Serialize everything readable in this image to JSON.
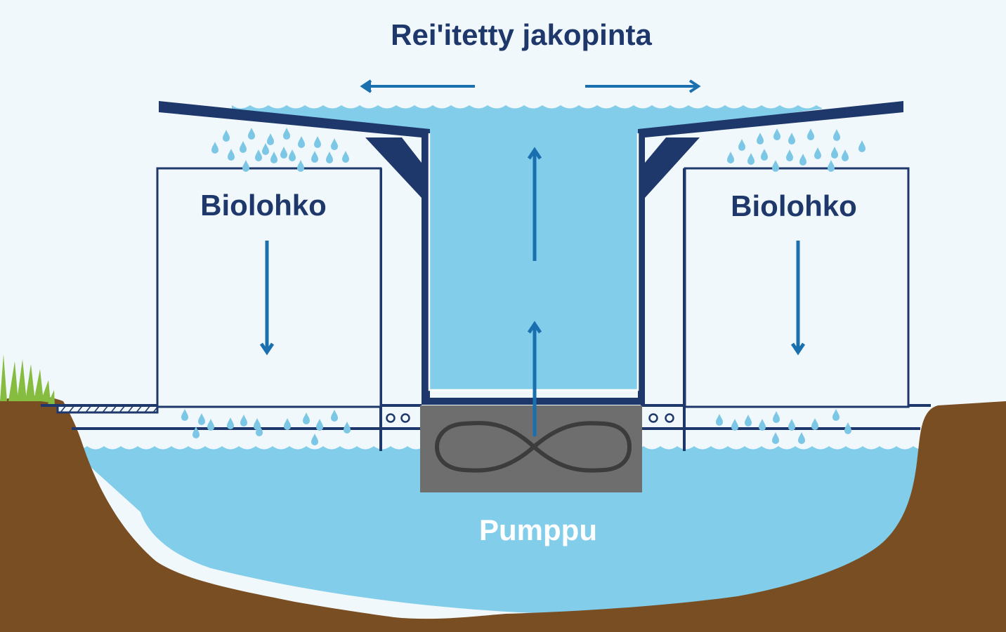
{
  "diagram": {
    "title": "Rei'itetty jakopinta",
    "left_block_label": "Biolohko",
    "right_block_label": "Biolohko",
    "pump_label": "Pumppu"
  },
  "colors": {
    "background": "#f1f8fb",
    "water": "#82cdea",
    "navy": "#1f386b",
    "arrow_blue": "#1a6fae",
    "soil": "#7a4e23",
    "grass": "#86bc3f",
    "pump_box": "#6e6e6e",
    "pump_symbol": "#3c3c3c",
    "drop": "#7cc6e6",
    "pump_text": "#ffffff"
  },
  "flows": [
    {
      "name": "surface-flow-left",
      "direction": "left"
    },
    {
      "name": "surface-flow-right",
      "direction": "right"
    },
    {
      "name": "riser-flow-upper",
      "direction": "up"
    },
    {
      "name": "riser-flow-lower",
      "direction": "up"
    },
    {
      "name": "biolohko-left-flow",
      "direction": "down"
    },
    {
      "name": "biolohko-right-flow",
      "direction": "down"
    }
  ]
}
